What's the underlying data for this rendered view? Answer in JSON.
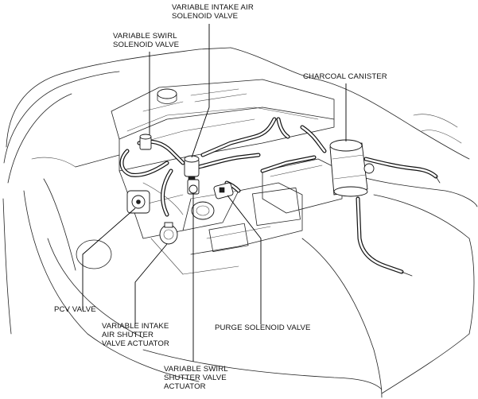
{
  "labels": {
    "variable_intake_air_solenoid_valve": [
      "VARIABLE INTAKE AIR",
      "SOLENOID VALVE"
    ],
    "variable_swirl_solenoid_valve": [
      "VARIABLE SWIRL",
      "SOLENOID VALVE"
    ],
    "charcoal_canister": [
      "CHARCOAL CANISTER"
    ],
    "pcv_valve": [
      "PCV VALVE"
    ],
    "variable_intake_air_shutter_valve_actuator": [
      "VARIABLE INTAKE",
      "AIR SHUTTER",
      "VALVE ACTUATOR"
    ],
    "purge_solenoid_valve": [
      "PURGE SOLENOID VALVE"
    ],
    "variable_swirl_shutter_valve_actuator": [
      "VARIABLE SWIRL",
      "SHUTTER VALVE",
      "ACTUATOR"
    ]
  },
  "colors": {
    "line": "#222222",
    "background": "#ffffff"
  }
}
